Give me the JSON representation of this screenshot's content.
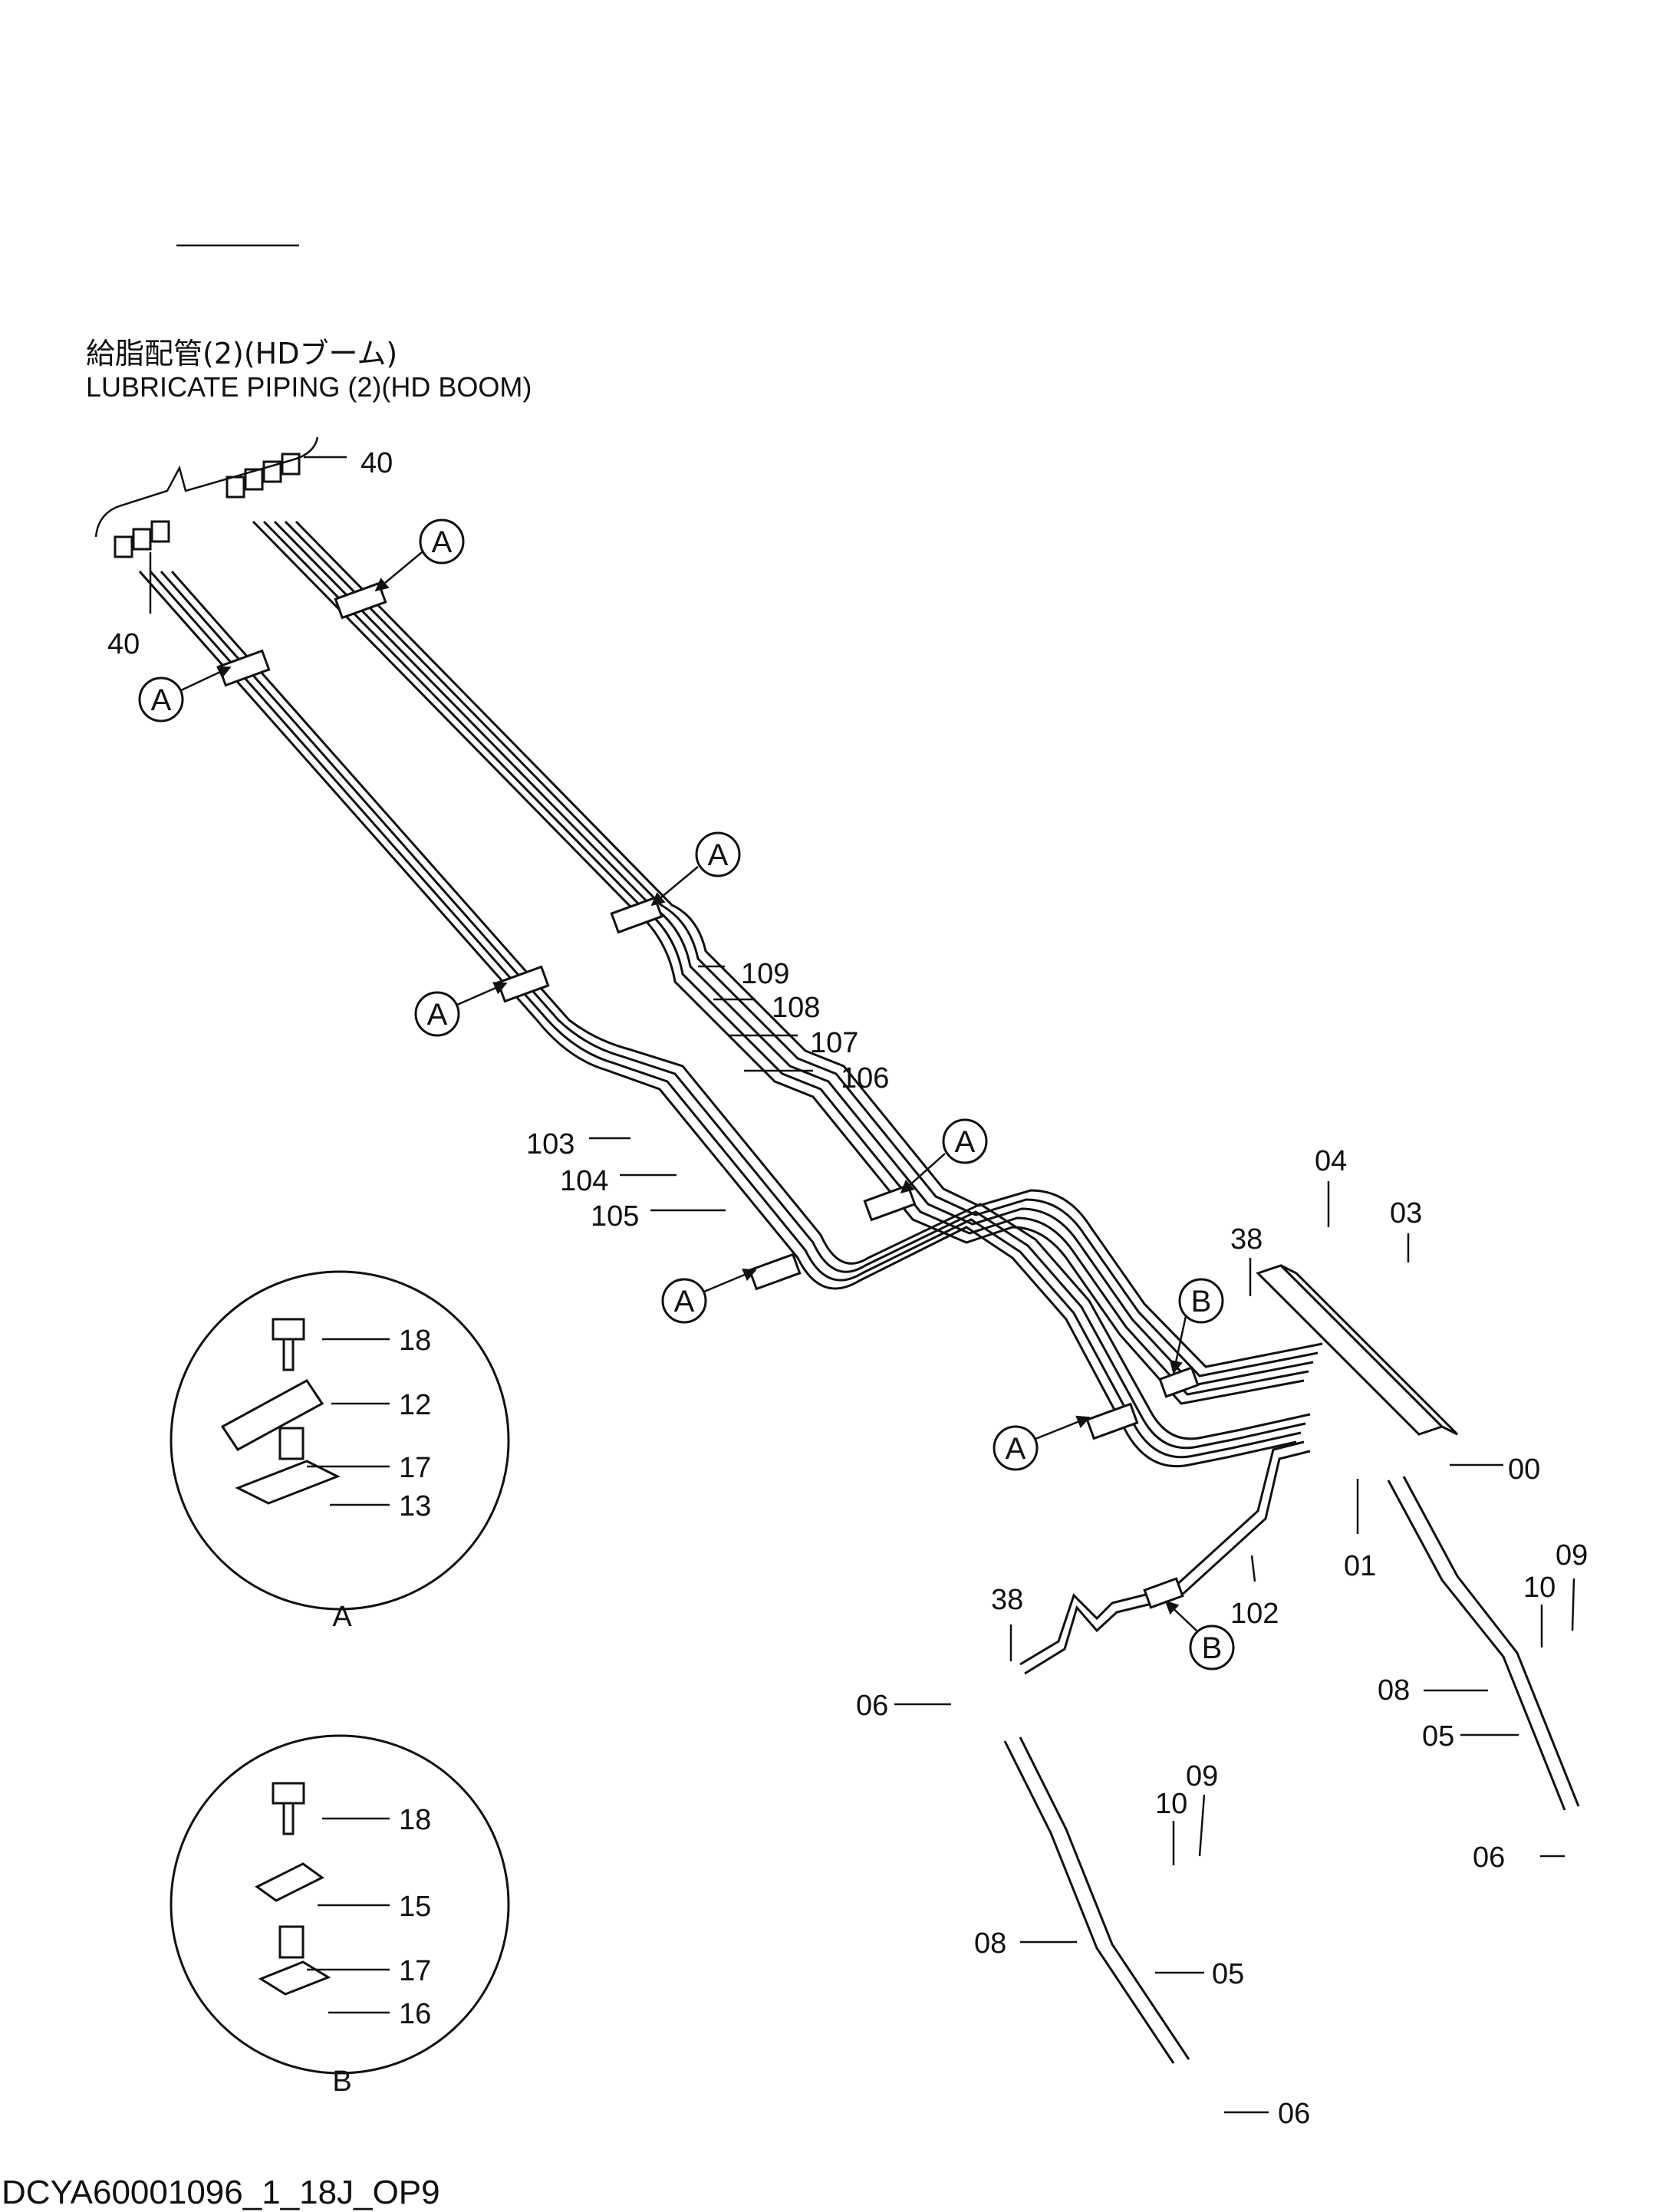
{
  "title": {
    "japanese": "給脂配管(2)(HDブーム)",
    "english": "LUBRICATE  PIPING (2)(HD BOOM)"
  },
  "drawing_code": "DCYA60001096_1_18J_OP9",
  "detail_refs": {
    "a": "A",
    "b": "B"
  },
  "part_labels": {
    "p00": "00",
    "p01": "01",
    "p03": "03",
    "p04": "04",
    "p05": "05",
    "p06": "06",
    "p08": "08",
    "p09": "09",
    "p10": "10",
    "p12": "12",
    "p13": "13",
    "p15": "15",
    "p16": "16",
    "p17": "17",
    "p18": "18",
    "p38": "38",
    "p40": "40",
    "p102": "102",
    "p103": "103",
    "p104": "104",
    "p105": "105",
    "p106": "106",
    "p107": "107",
    "p108": "108",
    "p109": "109"
  },
  "colors": {
    "line": "#111111",
    "background": "#ffffff"
  }
}
